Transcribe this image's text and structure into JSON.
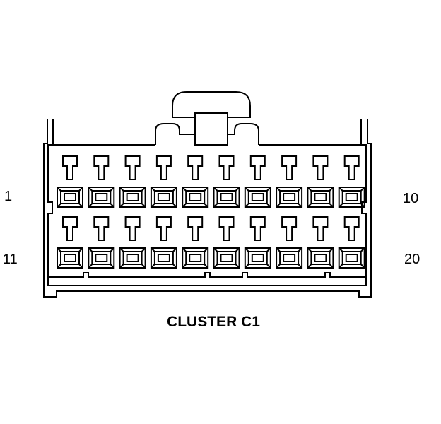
{
  "connector": {
    "title": "CLUSTER C1",
    "pin_labels": {
      "row1_first": "1",
      "row1_last": "10",
      "row2_first": "11",
      "row2_last": "20"
    },
    "rows": 2,
    "pins_per_row": 10
  },
  "colors": {
    "line": "#000000",
    "background": "#ffffff"
  }
}
